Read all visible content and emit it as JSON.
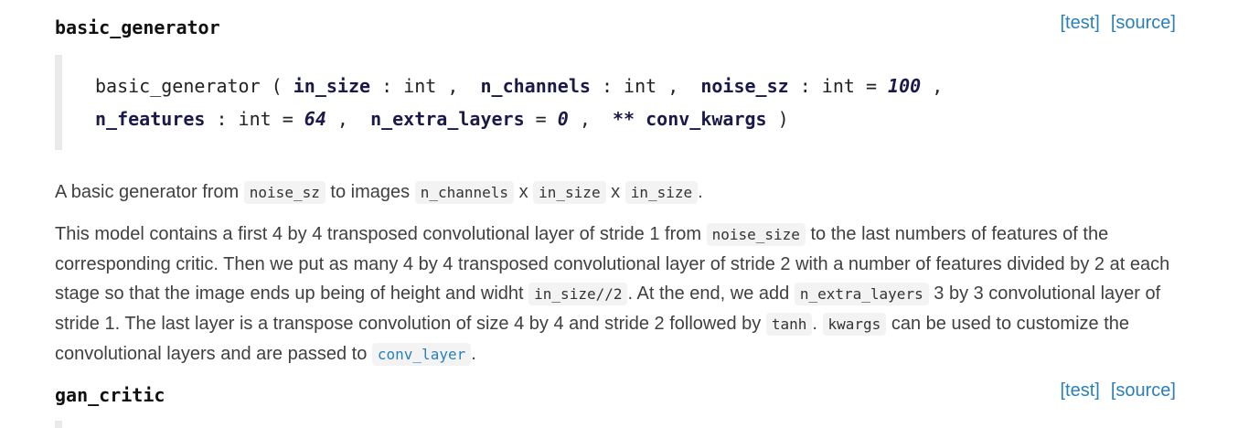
{
  "sections": [
    {
      "name": "basic_generator",
      "links": [
        "[test]",
        "[source]"
      ]
    },
    {
      "name": "gan_critic",
      "links": [
        "[test]",
        "[source]"
      ]
    }
  ],
  "signature": {
    "func": "basic_generator",
    "open": "(",
    "close": ")",
    "p1": "in_size",
    "t1": "int",
    "p2": "n_channels",
    "t2": "int",
    "p3": "noise_sz",
    "t3": "int",
    "d3": "100",
    "p4": "n_features",
    "t4": "int",
    "d4": "64",
    "p5": "n_extra_layers",
    "d5": "0",
    "stars": "**",
    "p6": "conv_kwargs"
  },
  "para1": [
    "A basic generator from",
    "noise_sz",
    "to images",
    "n_channels",
    "x",
    "in_size",
    "x",
    "in_size",
    "."
  ],
  "para2": [
    "This model contains a first 4 by 4 transposed convolutional layer of stride 1 from",
    "noise_size",
    "to the last numbers of features of the corresponding critic. Then we put as many 4 by 4 transposed convolutional layer of stride 2 with a number of features divided by 2 at each stage so that the image ends up being of height and widht",
    "in_size//2",
    ". At the end, we add",
    "n_extra_layers",
    "3 by 3 convolutional layer of stride 1. The last layer is a transpose convolution of size 4 by 4 and stride 2 followed by",
    "tanh",
    ".",
    "kwargs",
    "can be used to customize the convolutional layers and are passed to",
    "conv_layer",
    "."
  ]
}
